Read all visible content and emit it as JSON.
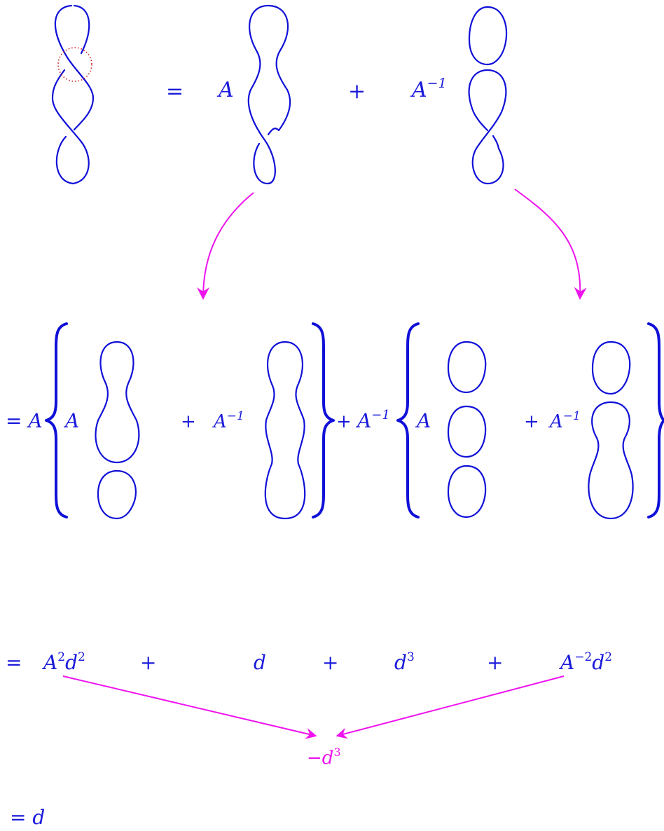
{
  "row1": {
    "eq": "=",
    "coef1": "A",
    "plus": "+",
    "coef2_base": "A",
    "coef2_exp": "−1"
  },
  "row2": {
    "eq_lead": "= A",
    "g1_coef1": "A",
    "g1_plus": "+",
    "g1_coef2_base": "A",
    "g1_coef2_exp": "−1",
    "mid_plus": "+",
    "mid_base": "A",
    "mid_exp": "−1",
    "g2_coef1": "A",
    "g2_plus": "+",
    "g2_coef2_base": "A",
    "g2_coef2_exp": "−1"
  },
  "row3": {
    "eq": "=",
    "t1_base": "A",
    "t1_exp1": "2",
    "t1_var": "d",
    "t1_exp2": "2",
    "p1": "+",
    "t2": "d",
    "p2": "+",
    "t3_base": "d",
    "t3_exp": "3",
    "p3": "+",
    "t4_base": "A",
    "t4_exp1": "−2",
    "t4_var": "d",
    "t4_exp2": "2"
  },
  "combined": {
    "base": "−d",
    "exp": "3"
  },
  "final": {
    "text": "= d"
  },
  "colors": {
    "curves": "#1010d8",
    "arrows": "#ee14ee",
    "crossing_marker": "#d01818"
  }
}
